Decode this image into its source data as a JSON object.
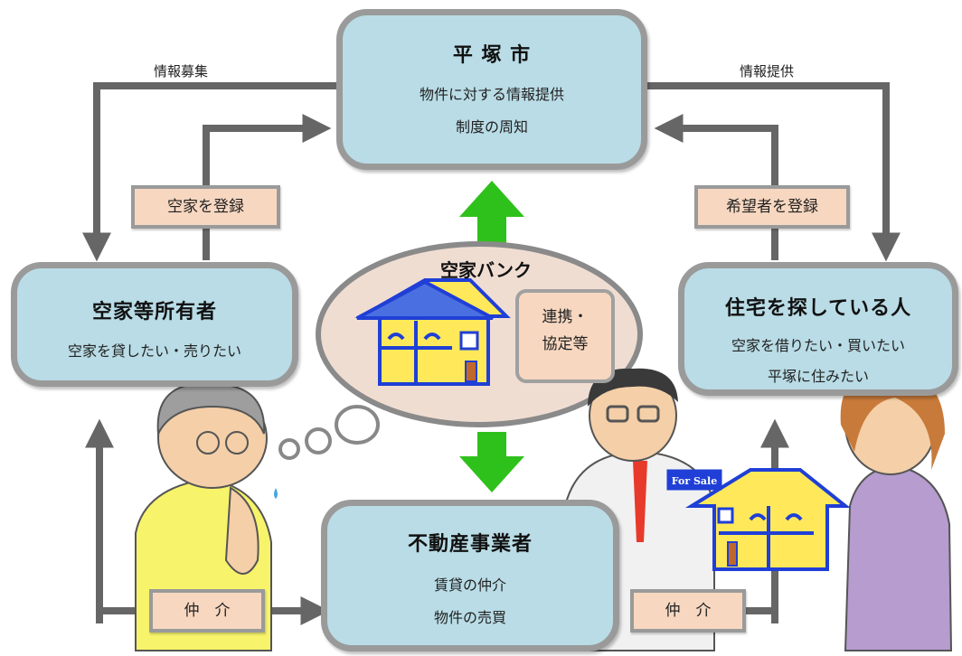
{
  "city": {
    "title": "平 塚 市",
    "line1": "物件に対する情報提供",
    "line2": "制度の周知"
  },
  "owner": {
    "title": "空家等所有者",
    "line1": "空家を貸したい・売りたい"
  },
  "seeker": {
    "title": "住宅を探している人",
    "line1": "空家を借りたい・買いたい",
    "line2": "平塚に住みたい"
  },
  "realtor": {
    "title": "不動産事業者",
    "line1": "賃貸の仲介",
    "line2": "物件の売買"
  },
  "bank": {
    "title": "空家バンク",
    "note_line1": "連携・",
    "note_line2": "協定等"
  },
  "arrow_labels": {
    "info_collect": "情報募集",
    "info_provide": "情報提供"
  },
  "tags": {
    "register_vacant": "空家を登録",
    "register_seeker": "希望者を登録",
    "mediate_left": "仲　介",
    "mediate_right": "仲　介"
  },
  "illustration": {
    "sign_text": "For Sale"
  },
  "colors": {
    "box_fill": "#b9dce6",
    "tag_fill": "#f7d7c0",
    "arrow_gray": "#666666",
    "arrow_green": "#2fc11b",
    "house_fill": "#ffe95a",
    "house_stroke": "#1f3fd6"
  }
}
